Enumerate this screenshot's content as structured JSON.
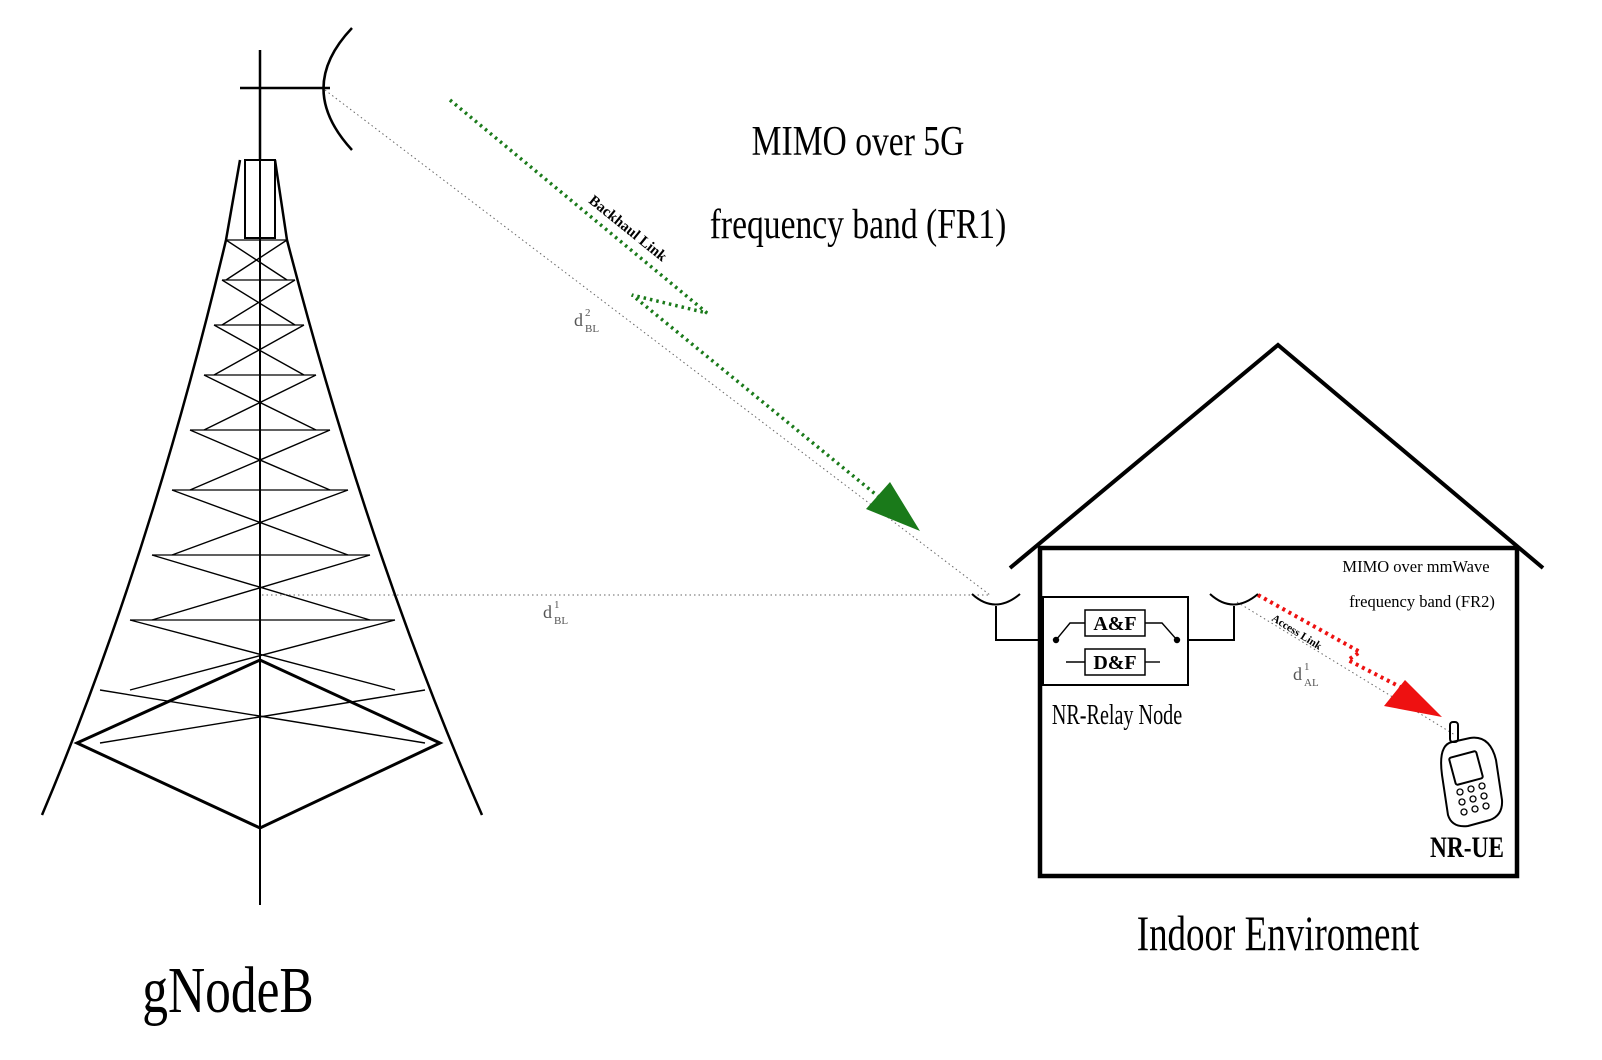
{
  "diagram": {
    "tower_label": "gNodeB",
    "backhaul": {
      "title_line1": "MIMO over 5G",
      "title_line2": "frequency band (FR1)",
      "link_label": "Backhaul Link",
      "d2": {
        "base": "d",
        "sup": "2",
        "sub": "BL"
      },
      "d1": {
        "base": "d",
        "sup": "1",
        "sub": "BL"
      },
      "arrow_color": "#1a7a1a"
    },
    "indoor": {
      "label": "Indoor Enviroment",
      "mmwave_line1": "MIMO over mmWave",
      "mmwave_line2": "frequency band (FR2)",
      "relay_label": "NR-Relay Node",
      "af_label": "A&F",
      "df_label": "D&F",
      "access_link_label": "Access Link",
      "dal": {
        "base": "d",
        "sup": "1",
        "sub": "AL"
      },
      "ue_label": "NR-UE",
      "arrow_color": "#ee1111"
    }
  }
}
